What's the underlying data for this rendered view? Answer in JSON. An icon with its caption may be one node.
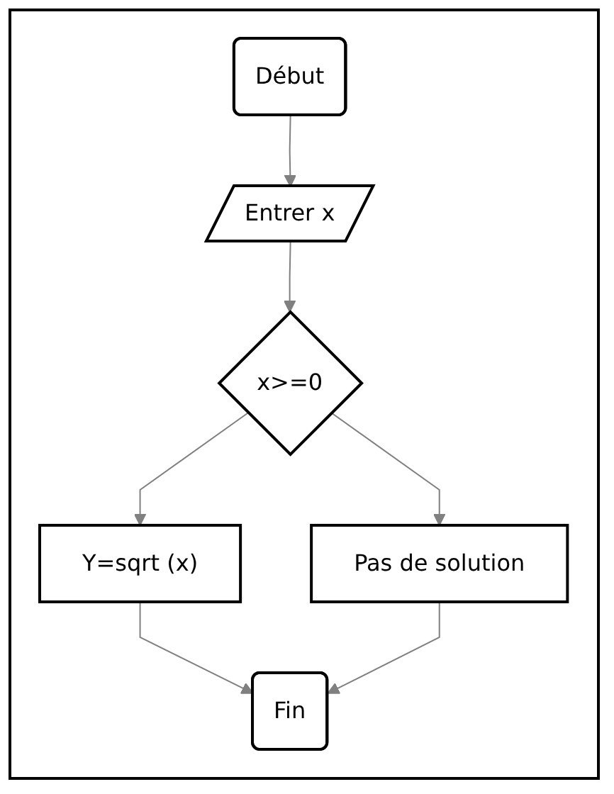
{
  "diagram": {
    "nodes": [
      {
        "text": [
          "Début"
        ]
      },
      {
        "text": [
          "Entrer x"
        ]
      },
      {
        "text": [
          "x>=0"
        ]
      },
      {
        "text": [
          "Y=sqrt (x)"
        ]
      },
      {
        "text": [
          "Pas de solution"
        ]
      },
      {
        "text": [
          "Fin"
        ]
      }
    ],
    "edges": [
      {
        "from": 0,
        "to": 1,
        "arrow": "to"
      },
      {
        "from": 1,
        "to": 2,
        "arrow": "to"
      },
      {
        "from": 2,
        "to": 3,
        "arrow": "to"
      },
      {
        "from": 2,
        "to": 4,
        "arrow": "to"
      },
      {
        "from": 3,
        "to": 5,
        "arrow": "to"
      },
      {
        "from": 4,
        "to": 5,
        "arrow": "to"
      }
    ]
  }
}
